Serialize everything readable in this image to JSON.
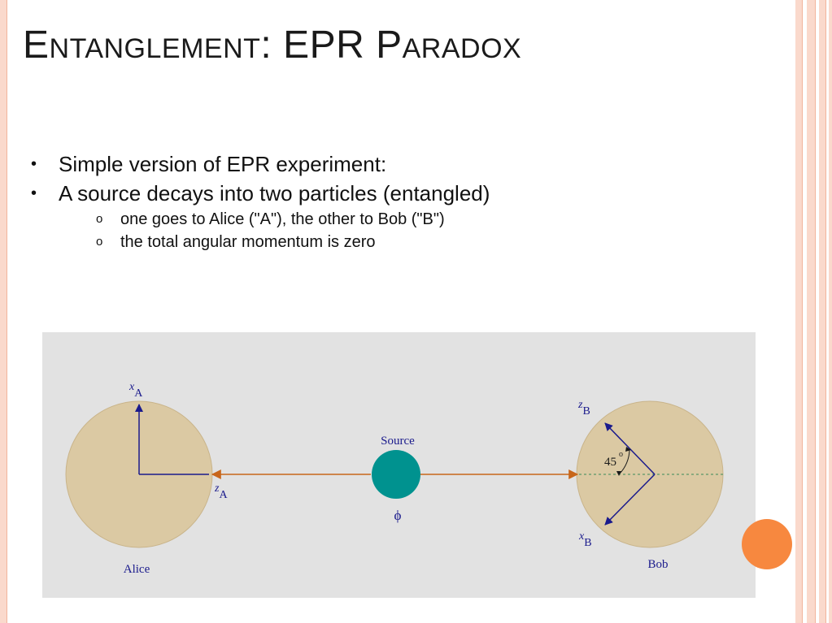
{
  "slide": {
    "title": "Entanglement: EPR Paradox",
    "bullets": [
      {
        "text": "Simple version of EPR experiment:"
      },
      {
        "text": "A source decays into two particles (entangled)",
        "sub": [
          "one goes to Alice (\"A\"), the other to Bob (\"B\")",
          "the total angular momentum is zero"
        ]
      }
    ]
  },
  "diagram": {
    "alice_label": "Alice",
    "bob_label": "Bob",
    "source_label": "Source",
    "phi_symbol": "ϕ",
    "angle_label": "45",
    "degree_symbol": "o",
    "alice_x_axis": {
      "var": "x",
      "sub": "A"
    },
    "alice_z_axis": {
      "var": "z",
      "sub": "A"
    },
    "bob_z_axis": {
      "var": "z",
      "sub": "B"
    },
    "bob_x_axis": {
      "var": "x",
      "sub": "B"
    },
    "colors": {
      "background": "#e2e2e2",
      "circle": "#dbc9a3",
      "source": "#00928f",
      "beam": "#c8661a",
      "axis": "#1a1a8c",
      "dashed": "#3a8a5a",
      "accent": "#f7883f",
      "frame": "#fad9cc"
    }
  }
}
